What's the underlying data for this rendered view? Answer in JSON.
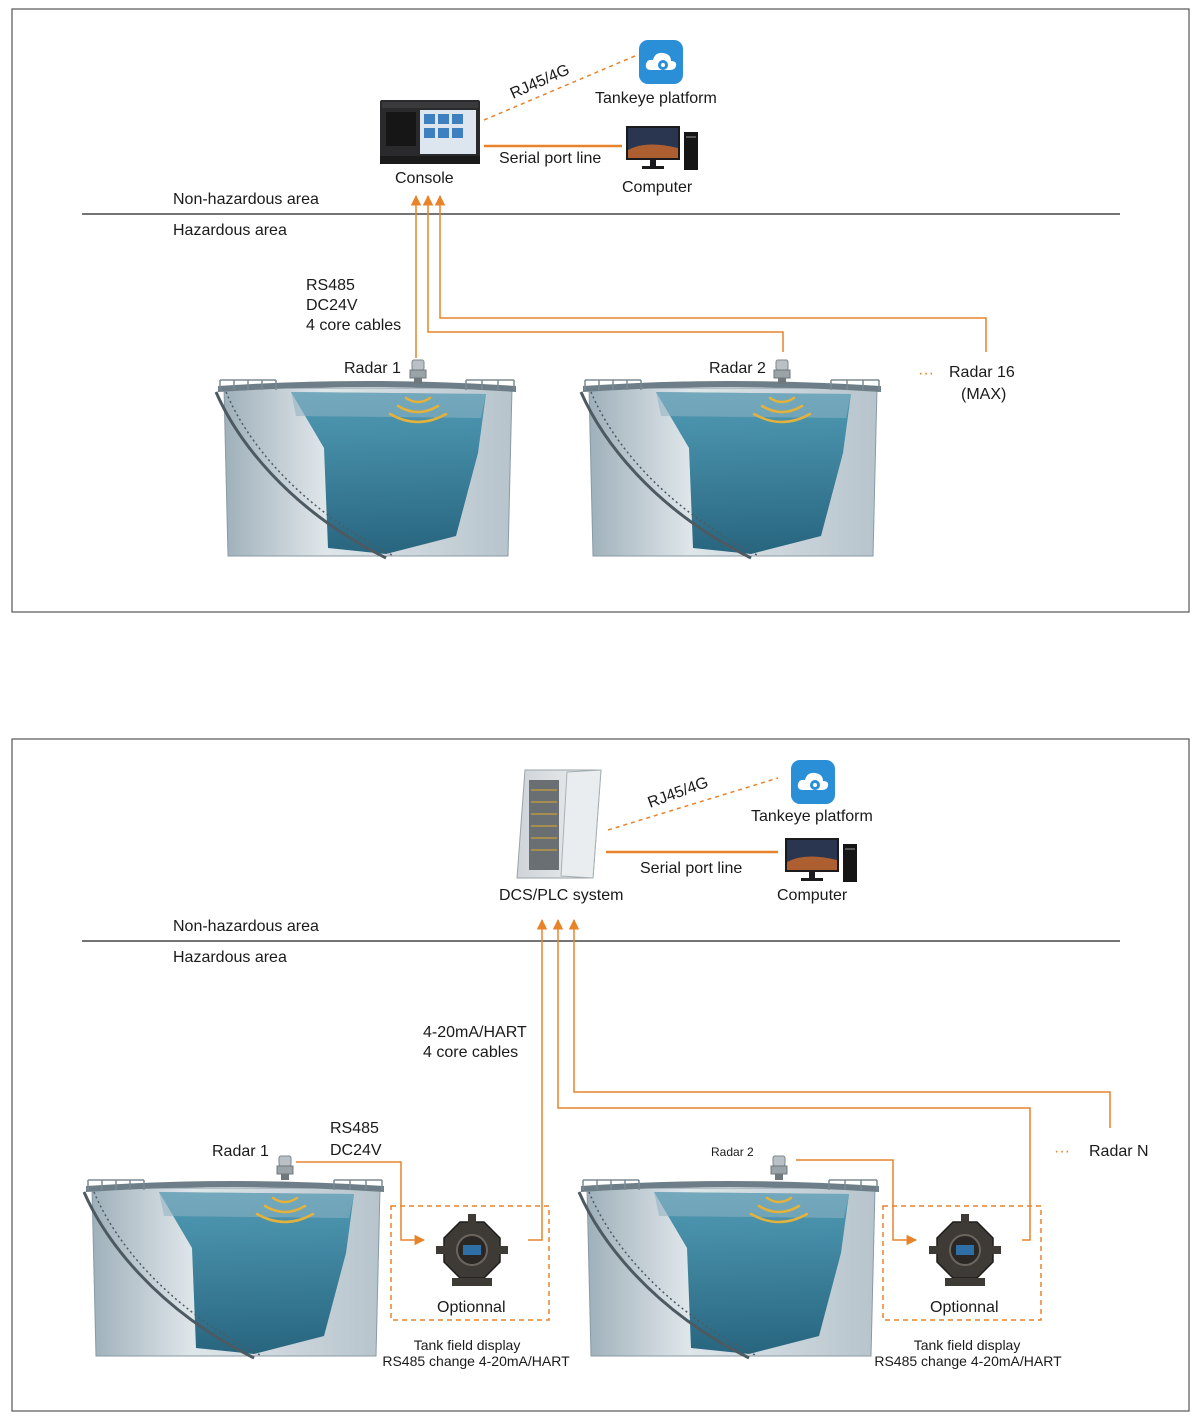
{
  "panel1": {
    "console_label": "Console",
    "rj45_label": "RJ45/4G",
    "platform_label": "Tankeye platform",
    "serial_label": "Serial port line",
    "computer_label": "Computer",
    "non_hazard_label": "Non-hazardous area",
    "hazard_label": "Hazardous area",
    "cable_lines": [
      "RS485",
      "DC24V",
      "4 core cables"
    ],
    "radar1_label": "Radar 1",
    "radar2_label": "Radar 2",
    "ellipsis": "···",
    "radar16_label": "Radar 16",
    "radar16_max": "(MAX)"
  },
  "panel2": {
    "dcs_label": "DCS/PLC system",
    "rj45_label": "RJ45/4G",
    "platform_label": "Tankeye platform",
    "serial_label": "Serial port line",
    "computer_label": "Computer",
    "non_hazard_label": "Non-hazardous area",
    "hazard_label": "Hazardous area",
    "cable_lines": [
      "4-20mA/HART",
      "4 core cables"
    ],
    "rs485_lines": [
      "RS485",
      "DC24V"
    ],
    "radar1_label": "Radar 1",
    "radar2_label": "Radar 2",
    "ellipsis": "···",
    "radarN_label": "Radar N",
    "optional_label": "Optionnal",
    "display_lines": [
      "Tank field display",
      "RS485 change 4-20mA/HART"
    ]
  },
  "colors": {
    "accent_orange": "#e8832a",
    "tank_liquid": "#2f7f9c",
    "tank_body": "#c9d4da",
    "cloud_blue": "#2a8fd6"
  },
  "icons": [
    "cloud-icon",
    "monitor-icon",
    "console-device-icon",
    "cabinet-icon",
    "radar-sensor-icon",
    "field-display-icon",
    "tank-icon"
  ]
}
